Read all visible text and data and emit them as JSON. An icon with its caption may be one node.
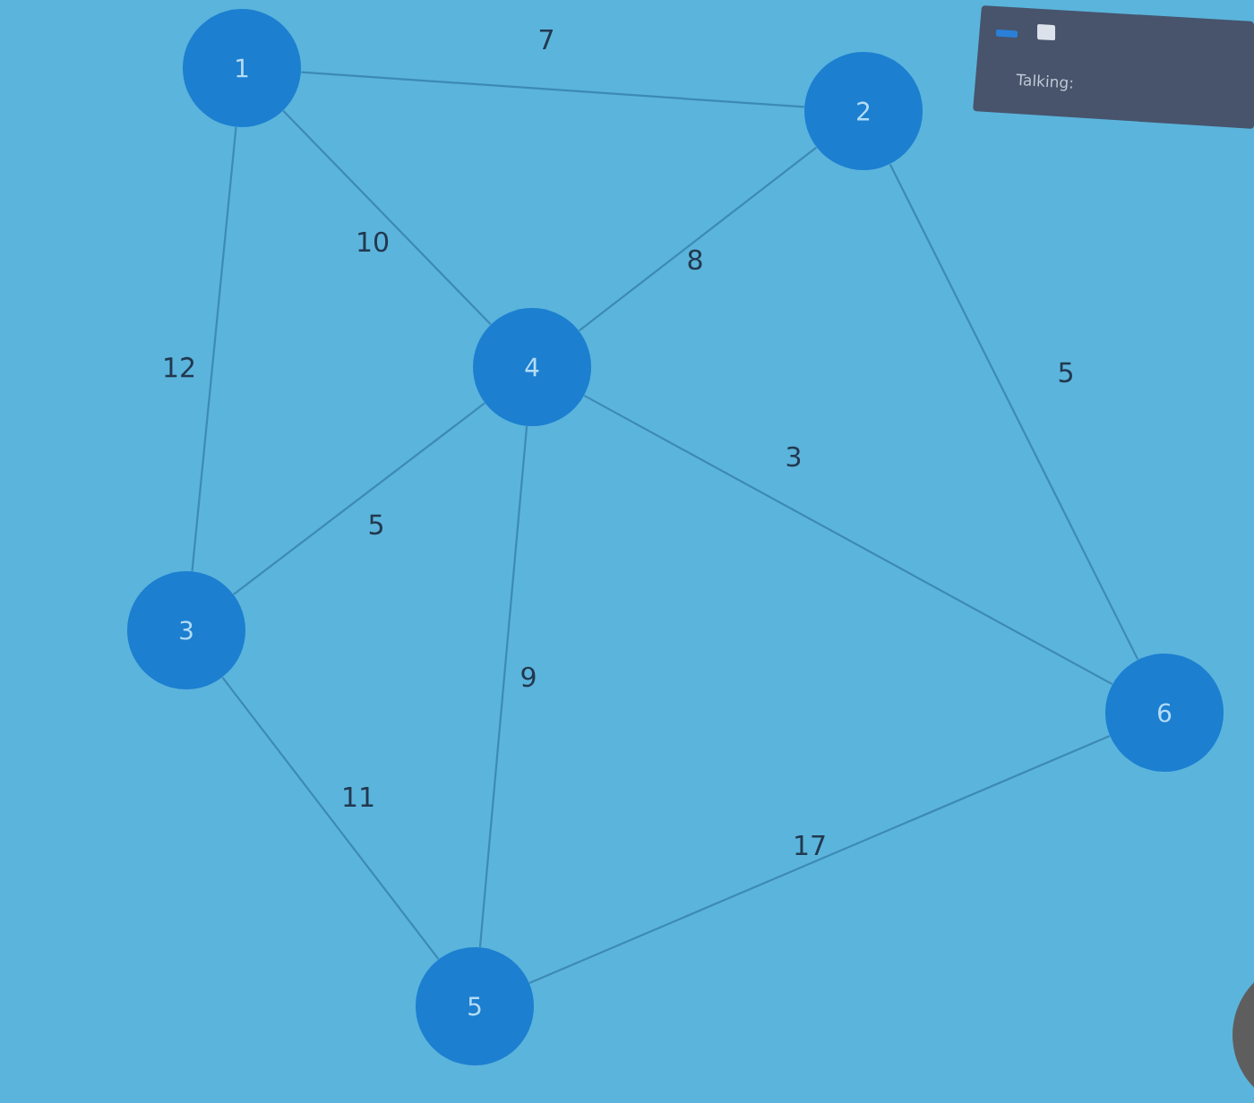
{
  "diagram": {
    "nodes": [
      {
        "text": [
          "1"
        ]
      },
      {
        "text": [
          "2"
        ]
      },
      {
        "text": [
          "4"
        ]
      },
      {
        "text": [
          "3"
        ]
      },
      {
        "text": [
          "6"
        ]
      },
      {
        "text": [
          "5"
        ]
      }
    ],
    "edges": [
      {
        "from": 0,
        "to": 1,
        "arrow": "none",
        "label": "7"
      },
      {
        "from": 0,
        "to": 2,
        "arrow": "none",
        "label": "10"
      },
      {
        "from": 0,
        "to": 3,
        "arrow": "none",
        "label": "12"
      },
      {
        "from": 1,
        "to": 2,
        "arrow": "none",
        "label": "8"
      },
      {
        "from": 1,
        "to": 4,
        "arrow": "none",
        "label": "5"
      },
      {
        "from": 2,
        "to": 4,
        "arrow": "none",
        "label": "3"
      },
      {
        "from": 2,
        "to": 3,
        "arrow": "none",
        "label": "5"
      },
      {
        "from": 2,
        "to": 5,
        "arrow": "none",
        "label": "9"
      },
      {
        "from": 3,
        "to": 5,
        "arrow": "none",
        "label": "11"
      },
      {
        "from": 5,
        "to": 4,
        "arrow": "none",
        "label": "17"
      }
    ],
    "labels": [
      "Talking:"
    ]
  }
}
